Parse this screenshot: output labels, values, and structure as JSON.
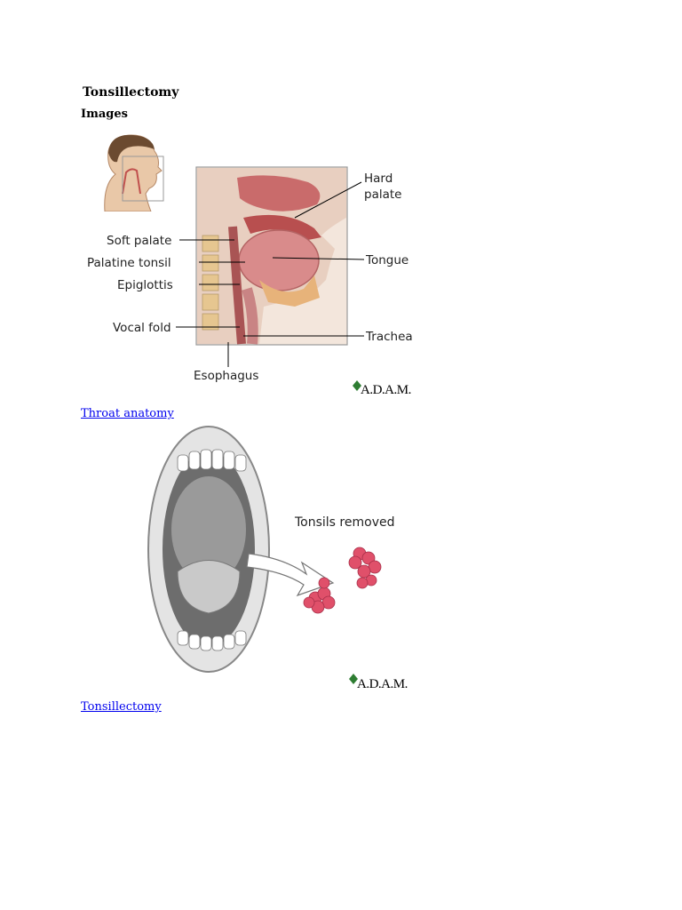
{
  "document": {
    "title": "Tonsillectomy",
    "subtitle": "Images"
  },
  "figure1": {
    "labels": {
      "hard_palate_line1": "Hard",
      "hard_palate_line2": "palate",
      "soft_palate": "Soft palate",
      "palatine_tonsil": "Palatine tonsil",
      "epiglottis": "Epiglottis",
      "tongue": "Tongue",
      "vocal_fold": "Vocal fold",
      "trachea": "Trachea",
      "esophagus": "Esophagus"
    },
    "logo": "A.D.A.M.",
    "caption": "Throat anatomy"
  },
  "figure2": {
    "label": "Tonsils removed",
    "logo": "A.D.A.M.",
    "caption": "Tonsillectomy"
  },
  "colors": {
    "link": "#0000ee",
    "tissue": "#d98b8b",
    "tonsil": "#e0506a"
  }
}
